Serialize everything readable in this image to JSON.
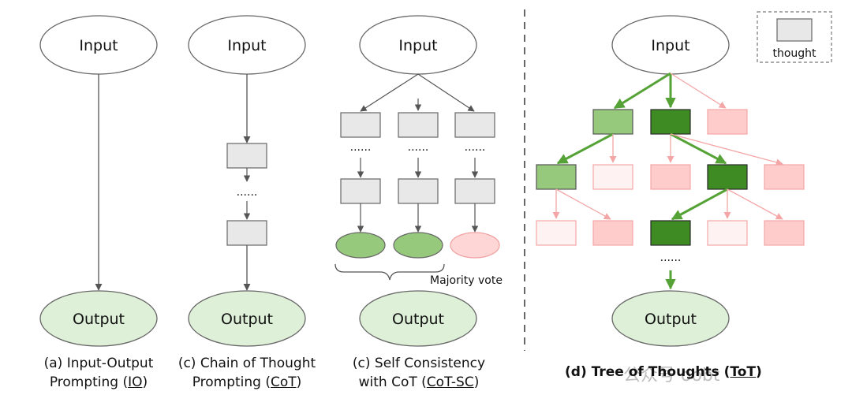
{
  "nodes": {
    "input_label": "Input",
    "output_label": "Output",
    "ellipsis": "......"
  },
  "legend": {
    "thought_label": "thought"
  },
  "annotations": {
    "majority_vote": "Majority vote"
  },
  "captions": {
    "io": {
      "line1": "(a) Input-Output",
      "line2_pre": "Prompting (",
      "abbr": "IO",
      "line2_post": ")"
    },
    "cot": {
      "line1": "(c) Chain of Thought",
      "line2_pre": "Prompting (",
      "abbr": "CoT",
      "line2_post": ")"
    },
    "cotsc": {
      "line1": "(c) Self Consistency",
      "line2_pre": "with CoT (",
      "abbr": "CoT-SC",
      "line2_post": ")"
    },
    "tot": {
      "pre": "(d) Tree of Thoughts (",
      "abbr": "ToT",
      "post": ")"
    }
  },
  "watermark": "公众号 oobt",
  "colors": {
    "neutral_fill": "#e8e8e8",
    "output_fill": "#dff0d8",
    "light_green": "#96c97b",
    "dark_green": "#3d8b22",
    "pink": "#ffcccc",
    "pale_pink": "#fff2f2",
    "green_arrow": "#55a336",
    "pink_arrow": "#f4a6a6",
    "gray_arrow": "#555555"
  }
}
